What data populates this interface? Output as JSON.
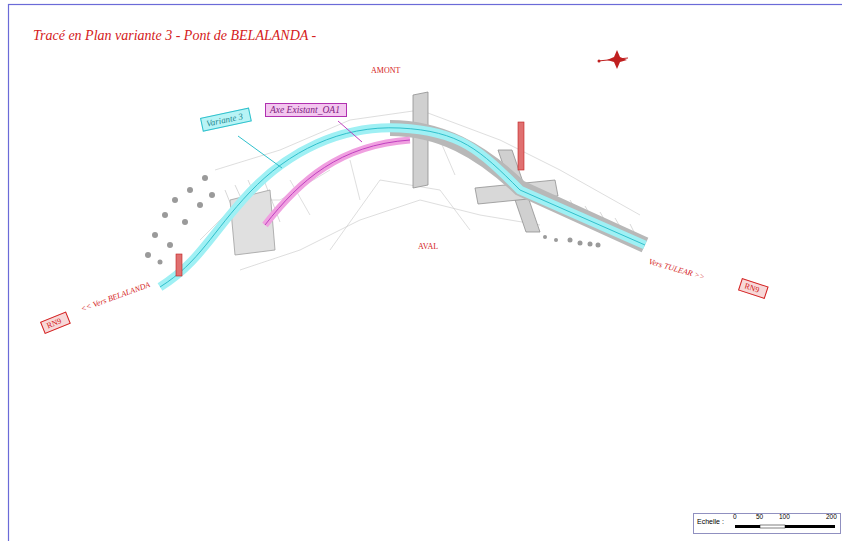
{
  "diagram": {
    "title": "Tracé en Plan variante 3 - Pont de BELALANDA -",
    "nodes": [
      {
        "text": [
          "Variante 3"
        ]
      },
      {
        "text": [
          "Axe Existant_OA1"
        ]
      },
      {
        "text": [
          "RN9"
        ]
      },
      {
        "text": [
          "RN9"
        ]
      }
    ],
    "labels": [
      "AMONT",
      "AVAL",
      "<< Vers BELALANDA",
      "Vers TULEAR >>",
      "Echelle :",
      "0",
      "50",
      "100",
      "200"
    ]
  }
}
